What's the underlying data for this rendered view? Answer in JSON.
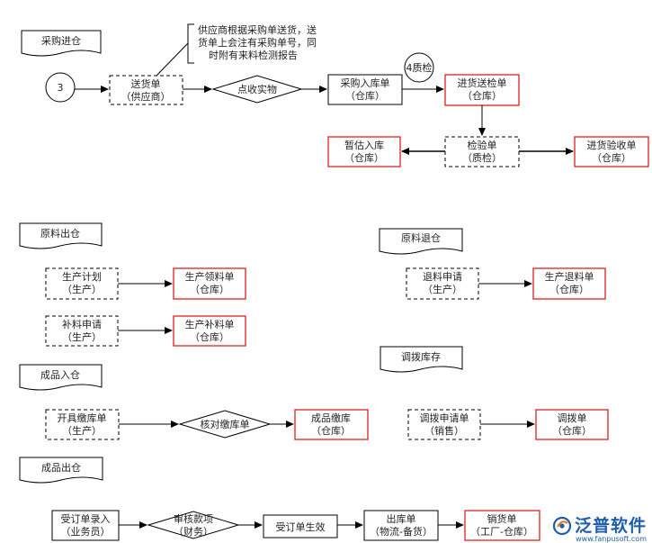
{
  "sections": {
    "purchase_in": "采购进仓",
    "material_out": "原料出仓",
    "material_return": "原料退仓",
    "transfer": "调拨库存",
    "product_in": "成品入仓",
    "product_out": "成品出仓"
  },
  "note": [
    "供应商根据采购单送货，送",
    "货单上会注有采购单号，同",
    "时附有来料检测报告"
  ],
  "connectors": {
    "c3": "3",
    "c4": "4质检"
  },
  "nodes": {
    "delivery": [
      "送货单",
      "（供应商）"
    ],
    "check": "点收实物",
    "purchase_receipt": [
      "采购入库单",
      "（仓库）"
    ],
    "inspect_send": [
      "进货送检单",
      "（仓库）"
    ],
    "inspection": [
      "检验单",
      "（质检）"
    ],
    "temp_receipt": [
      "暂估入库",
      "（仓库）"
    ],
    "accept": [
      "进货验收单",
      "（仓库）"
    ],
    "plan": [
      "生产计划",
      "（生产）"
    ],
    "issue": [
      "生产领料单",
      "（仓库）"
    ],
    "supp_req": [
      "补料申请",
      "（生产）"
    ],
    "supp_issue": [
      "生产补料单",
      "（仓库）"
    ],
    "ret_req": [
      "退料申请",
      "（生产）"
    ],
    "ret": [
      "生产退料单",
      "（仓库）"
    ],
    "wip_in": [
      "开具缴库单",
      "（生产）"
    ],
    "verify_in": "核对缴库单",
    "prod_in": [
      "成品缴库",
      "（仓库）"
    ],
    "tr_req": [
      "调拨申请单",
      "（销售）"
    ],
    "tr": [
      "调拨单",
      "（仓库）"
    ],
    "order_entry": [
      "受订单录入",
      "（业务员）"
    ],
    "audit": [
      "审核款项",
      "（财务）"
    ],
    "order_ok": "受订单生效",
    "outbound": [
      "出库单",
      "（物流-备货）"
    ],
    "sales": [
      "销货单",
      "（工厂-仓库）"
    ]
  },
  "logo": {
    "name": "泛普软件",
    "url": "www.fanpusoft.com"
  }
}
